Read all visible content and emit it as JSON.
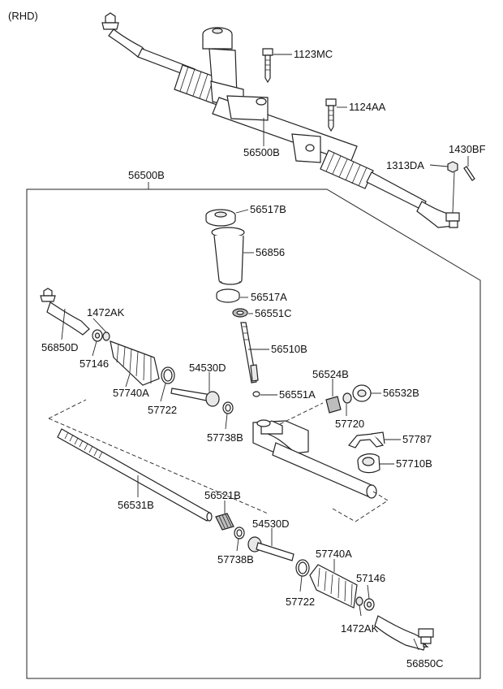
{
  "header": {
    "variant": "(RHD)"
  },
  "labels": {
    "p1123MC": "1123MC",
    "p1124AA": "1124AA",
    "p56500B_top": "56500B",
    "p1430BF": "1430BF",
    "p1313DA": "1313DA",
    "p56500B_box": "56500B",
    "p56517B": "56517B",
    "p56856": "56856",
    "p56517A": "56517A",
    "p56551C": "56551C",
    "p1472AK_l": "1472AK",
    "p56850D": "56850D",
    "p57146_l": "57146",
    "p56510B": "56510B",
    "p54530D_u": "54530D",
    "p56524B": "56524B",
    "p56532B": "56532B",
    "p57740A_l": "57740A",
    "p57722_l": "57722",
    "p56551A": "56551A",
    "p57720": "57720",
    "p57738B_u": "57738B",
    "p57787": "57787",
    "p57710B": "57710B",
    "p56521B": "56521B",
    "p56531B": "56531B",
    "p54530D_d": "54530D",
    "p57740A_r": "57740A",
    "p57738B_d": "57738B",
    "p57146_r": "57146",
    "p57722_r": "57722",
    "p1472AK_r": "1472AK",
    "p56850C": "56850C"
  }
}
